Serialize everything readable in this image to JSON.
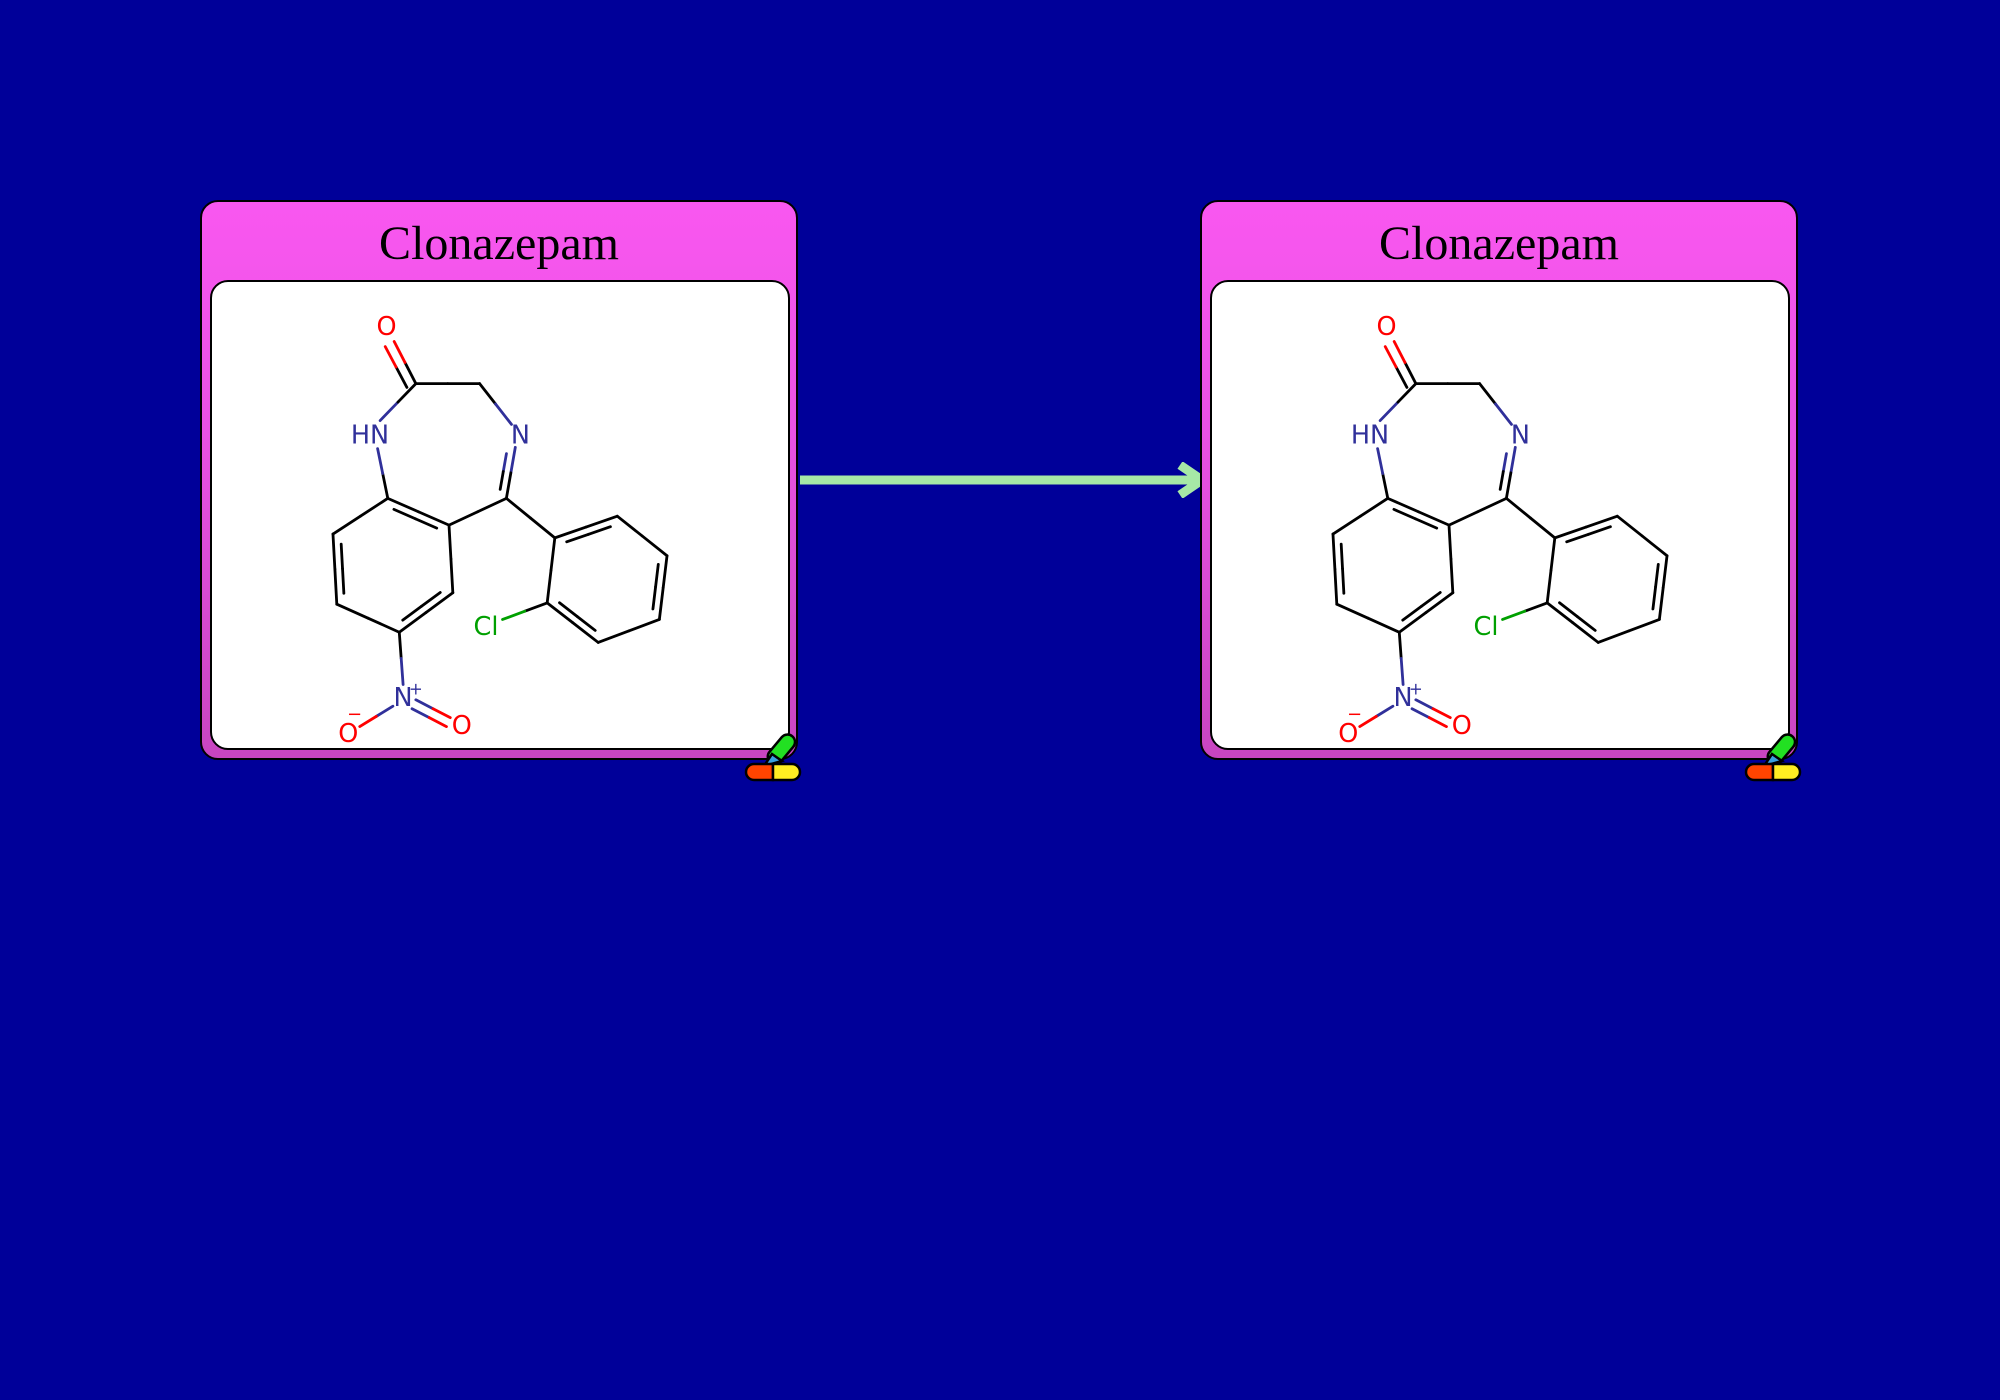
{
  "cards": [
    {
      "title": "Clonazepam"
    },
    {
      "title": "Clonazepam"
    }
  ],
  "molecule": {
    "labels": {
      "o_carbonyl": "O",
      "nh": "HN",
      "n_imine": "N",
      "cl": "Cl",
      "n_nitro": "N",
      "charge_pos": "+",
      "o_minus": "O",
      "charge_neg": "−",
      "o_nitro": "O"
    }
  },
  "colors": {
    "background": "#000099",
    "card": "#f957f0",
    "arrow": "#a6e8a6",
    "oxygen": "#ff0000",
    "nitrogen": "#30309a",
    "chlorine": "#00a000"
  },
  "icons": {
    "badge": "pill-icon",
    "arrow": "arrow-right-icon"
  }
}
